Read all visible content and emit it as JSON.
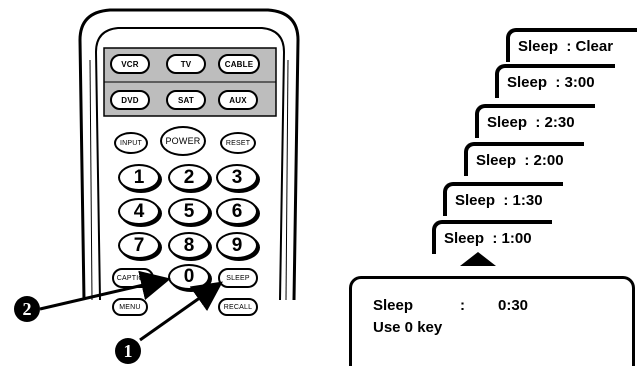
{
  "remote": {
    "row1": [
      "VCR",
      "TV",
      "CABLE"
    ],
    "row2": [
      "DVD",
      "SAT",
      "AUX"
    ],
    "row3": [
      "INPUT",
      "POWER",
      "RESET"
    ],
    "numbers": [
      "1",
      "2",
      "3",
      "4",
      "5",
      "6",
      "7",
      "8",
      "9"
    ],
    "bottom": [
      "CAPTION",
      "0",
      "SLEEP"
    ],
    "last": [
      "MENU",
      "RECALL"
    ]
  },
  "callouts": {
    "first": "1",
    "second": "2"
  },
  "screens": {
    "steps": [
      "Sleep  : Clear",
      "Sleep  : 3:00",
      "Sleep  : 2:30",
      "Sleep  : 2:00",
      "Sleep  : 1:30",
      "Sleep  : 1:00"
    ],
    "current": {
      "label": "Sleep",
      "colon": ":",
      "value": "0:30",
      "hint": "Use 0 key"
    }
  }
}
